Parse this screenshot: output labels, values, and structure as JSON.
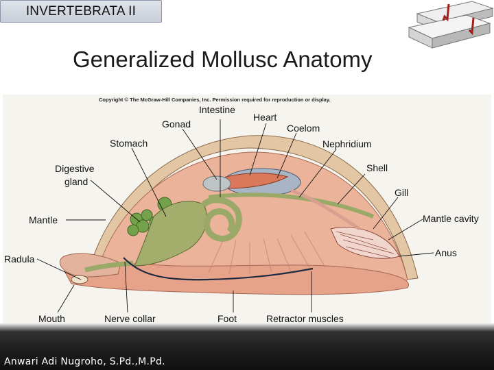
{
  "header": {
    "course": "INVERTEBRATA II"
  },
  "slide": {
    "title": "Generalized Mollusc Anatomy"
  },
  "figure": {
    "copyright": "Copyright © The McGraw-Hill Companies, Inc. Permission required for reproduction or display.",
    "labels": {
      "intestine": "Intestine",
      "gonad": "Gonad",
      "heart": "Heart",
      "coelom": "Coelom",
      "stomach": "Stomach",
      "nephridium": "Nephridium",
      "digestive_gland_line1": "Digestive",
      "digestive_gland_line2": "gland",
      "shell": "Shell",
      "gill": "Gill",
      "mantle": "Mantle",
      "mantle_cavity": "Mantle cavity",
      "radula": "Radula",
      "anus": "Anus",
      "mouth": "Mouth",
      "nerve_collar": "Nerve collar",
      "foot": "Foot",
      "retractor_muscles": "Retractor muscles"
    }
  },
  "footer": {
    "author": "Anwari Adi Nugroho, S.Pd.,M.Pd."
  },
  "colors": {
    "footer": "#1e1e1e",
    "body_tissue": "#e9a88e",
    "shell": "#e3c6a4",
    "gut": "#9aa868",
    "heart": "#d9785a"
  }
}
